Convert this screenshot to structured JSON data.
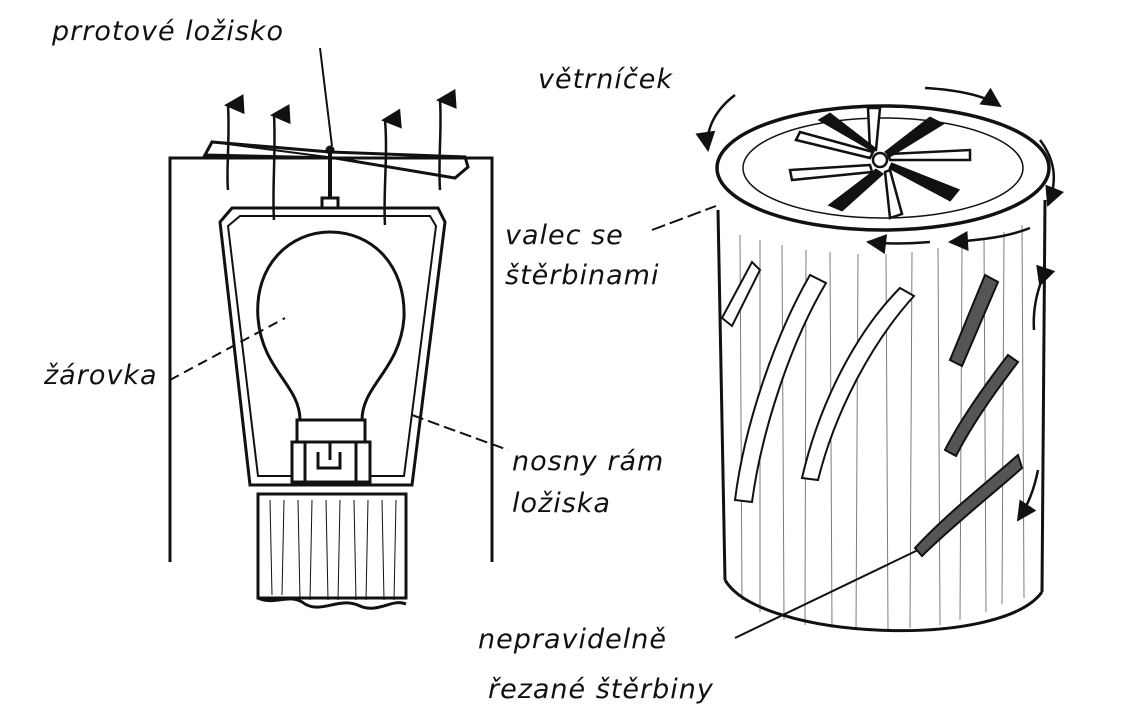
{
  "labels": {
    "pivot_bearing": "prrotové ložisko",
    "fan": "větrníček",
    "cylinder": "válec se štěrbinami",
    "cylinder_line1": "valec se",
    "cylinder_line2": "štěrbinami",
    "bulb": "žárovka",
    "frame_line1": "nosny rám",
    "frame_line2": "ložiska",
    "slits_line1": "nepravidelně",
    "slits_line2": "řezané štěrbiny"
  },
  "colors": {
    "ink": "#111111",
    "paper": "#ffffff"
  }
}
